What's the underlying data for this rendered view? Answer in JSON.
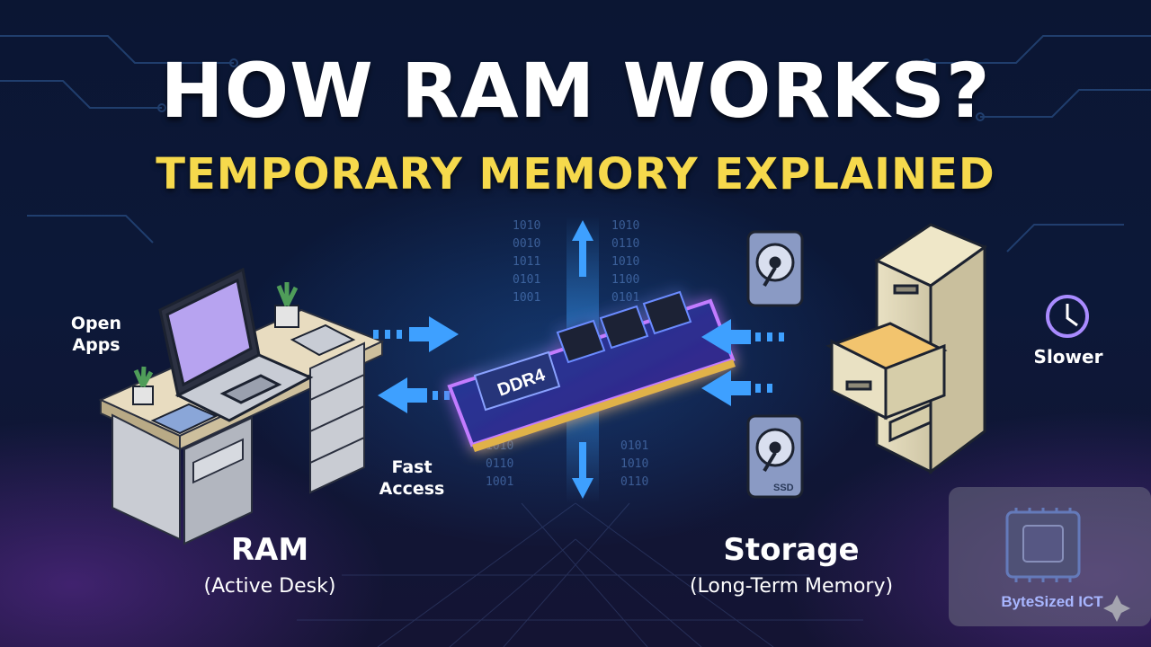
{
  "title": {
    "main": "HOW RAM WORKS?",
    "sub": "TEMPORARY MEMORY EXPLAINED"
  },
  "left": {
    "open_apps": "Open Apps",
    "ram_title": "RAM",
    "ram_subtitle": "(Active Desk)"
  },
  "center": {
    "ram_module_label": "DDR4",
    "fast_access": "Fast Access"
  },
  "right": {
    "slower": "Slower",
    "storage_title": "Storage",
    "storage_subtitle": "(Long-Term Memory)",
    "ssd_label": "SSD"
  },
  "branding": {
    "logo_text": "ByteSized ICT"
  },
  "colors": {
    "title": "#ffffff",
    "subtitle": "#f6d94c",
    "arrow": "#3ea0ff",
    "ram_glow": "#a855f7",
    "logo_text": "#a8b6ff"
  },
  "icons": [
    "laptop-icon",
    "desk-icon",
    "plant-icon",
    "ram-module-icon",
    "hard-drive-icon",
    "ssd-icon",
    "filing-cabinet-icon",
    "clock-icon",
    "chip-logo-icon",
    "sparkle-icon"
  ]
}
